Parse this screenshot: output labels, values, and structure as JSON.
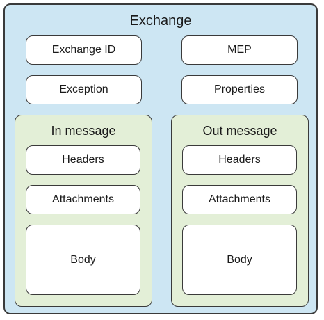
{
  "exchange": {
    "title": "Exchange",
    "fields": {
      "exchange_id": "Exchange ID",
      "mep": "MEP",
      "exception": "Exception",
      "properties": "Properties"
    },
    "in_message": {
      "title": "In message",
      "headers": "Headers",
      "attachments": "Attachments",
      "body": "Body"
    },
    "out_message": {
      "title": "Out message",
      "headers": "Headers",
      "attachments": "Attachments",
      "body": "Body"
    }
  },
  "colors": {
    "exchange_fill": "#cde6f3",
    "message_fill": "#e3efd7",
    "box_fill": "#ffffff",
    "border": "#3a3a3a"
  }
}
